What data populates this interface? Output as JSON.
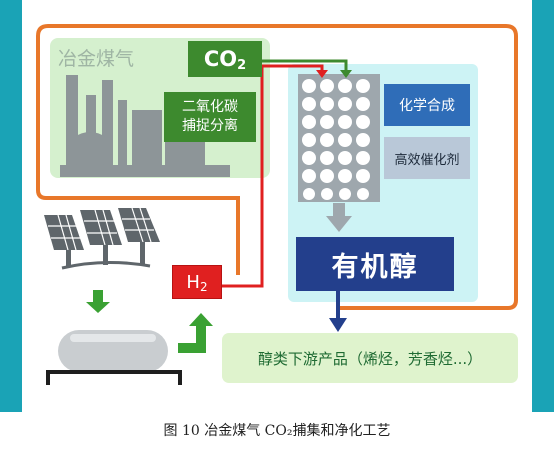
{
  "diagram": {
    "plant_label": "冶金煤气",
    "co2_label": "CO",
    "co2_subscript": "2",
    "capture_label": [
      "二氧化碳",
      "捕捉分离"
    ],
    "h2_label": "H",
    "h2_subscript": "2",
    "synthesis_label": "化学合成",
    "catalyst_label": "高效催化剂",
    "alcohol_label": "有机醇",
    "products_label": "醇类下游产品（烯烃，芳香烃...）"
  },
  "caption": {
    "text": "图 10   冶金煤气 CO₂捕集和净化工艺"
  },
  "colors": {
    "frame_teal": "#1aa3b6",
    "flow_orange": "#e8772a",
    "co2_green": "#3d8a2e",
    "h2_red": "#e02020",
    "reactor_bg": "#cdf3f5",
    "alcohol_navy": "#233f8c",
    "products_bg": "#dff3cd"
  }
}
